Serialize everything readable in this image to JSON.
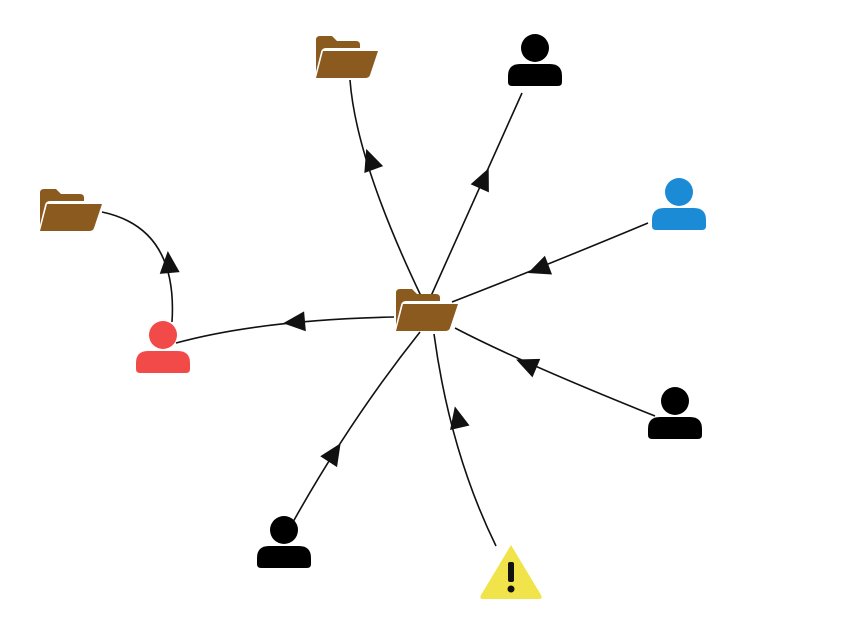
{
  "graph": {
    "colors": {
      "folder": "#8B5A1E",
      "user_default": "#000000",
      "user_highlight_blue": "#1A8BD4",
      "user_highlight_red": "#F24949",
      "warning": "#F0E44A",
      "edge": "#111111"
    },
    "nodes": [
      {
        "id": "center-folder",
        "icon": "folder-open-icon",
        "color": "#8B5A1E"
      },
      {
        "id": "top-folder",
        "icon": "folder-open-icon",
        "color": "#8B5A1E"
      },
      {
        "id": "left-folder",
        "icon": "folder-open-icon",
        "color": "#8B5A1E"
      },
      {
        "id": "user-top",
        "icon": "user-icon",
        "color": "#000000"
      },
      {
        "id": "user-blue",
        "icon": "user-icon",
        "color": "#1A8BD4"
      },
      {
        "id": "user-red",
        "icon": "user-icon",
        "color": "#F24949"
      },
      {
        "id": "user-right",
        "icon": "user-icon",
        "color": "#000000"
      },
      {
        "id": "user-bottom-left",
        "icon": "user-icon",
        "color": "#000000"
      },
      {
        "id": "warning-node",
        "icon": "warning-icon",
        "color": "#F0E44A"
      }
    ],
    "edges": [
      {
        "from": "center-folder",
        "to": "top-folder"
      },
      {
        "from": "center-folder",
        "to": "user-top"
      },
      {
        "from": "user-blue",
        "to": "center-folder"
      },
      {
        "from": "user-right",
        "to": "center-folder"
      },
      {
        "from": "warning-node",
        "to": "center-folder"
      },
      {
        "from": "user-bottom-left",
        "to": "center-folder"
      },
      {
        "from": "center-folder",
        "to": "user-red"
      },
      {
        "from": "user-red",
        "to": "left-folder"
      }
    ]
  }
}
